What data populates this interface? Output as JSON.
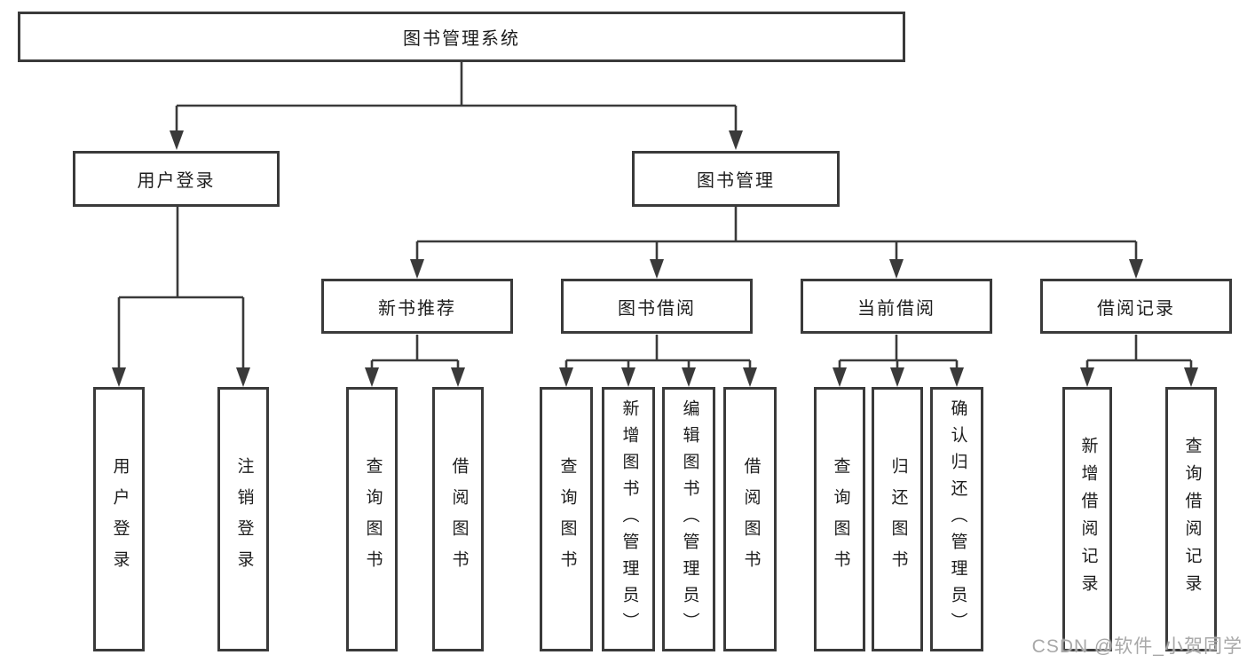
{
  "diagram": {
    "root": {
      "label": "图书管理系统"
    },
    "login_branch": {
      "label": "用户登录",
      "leaves": [
        {
          "label": "用户登录"
        },
        {
          "label": "注销登录"
        }
      ]
    },
    "mgmt_branch": {
      "label": "图书管理",
      "sections": [
        {
          "label": "新书推荐",
          "leaves": [
            {
              "label": "查询图书"
            },
            {
              "label": "借阅图书"
            }
          ]
        },
        {
          "label": "图书借阅",
          "leaves": [
            {
              "label": "查询图书"
            },
            {
              "label": "新增图书（管理员）"
            },
            {
              "label": "编辑图书（管理员）"
            },
            {
              "label": "借阅图书"
            }
          ]
        },
        {
          "label": "当前借阅",
          "leaves": [
            {
              "label": "查询图书"
            },
            {
              "label": "归还图书"
            },
            {
              "label": "确认归还（管理员）"
            }
          ]
        },
        {
          "label": "借阅记录",
          "leaves": [
            {
              "label": "新增借阅记录"
            },
            {
              "label": "查询借阅记录"
            }
          ]
        }
      ]
    }
  },
  "watermark": {
    "text": "CSDN @软件_小贺同学"
  },
  "colors": {
    "line": "#3a3a3a",
    "text": "#1d1d1d",
    "watermark": "#a8a8a8",
    "background": "#ffffff"
  }
}
